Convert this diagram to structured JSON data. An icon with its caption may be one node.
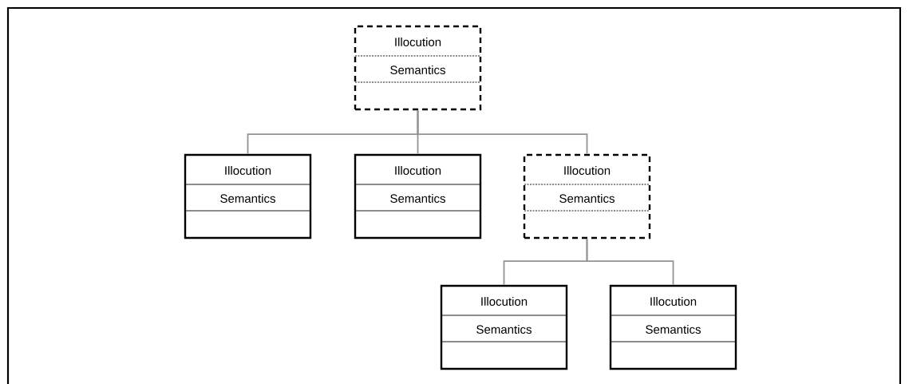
{
  "diagram": {
    "nodes": [
      {
        "text": [
          "Illocution",
          "Semantics"
        ]
      },
      {
        "text": [
          "Illocution",
          "Semantics"
        ]
      },
      {
        "text": [
          "Illocution",
          "Semantics"
        ]
      },
      {
        "text": [
          "Illocution",
          "Semantics"
        ]
      },
      {
        "text": [
          "Illocution",
          "Semantics"
        ]
      },
      {
        "text": [
          "Illocution",
          "Semantics"
        ]
      }
    ],
    "edges": [
      {
        "from": 0,
        "to": 1,
        "arrow": "none"
      },
      {
        "from": 0,
        "to": 2,
        "arrow": "none"
      },
      {
        "from": 0,
        "to": 3,
        "arrow": "none"
      },
      {
        "from": 3,
        "to": 4,
        "arrow": "none"
      },
      {
        "from": 3,
        "to": 5,
        "arrow": "none"
      }
    ]
  }
}
